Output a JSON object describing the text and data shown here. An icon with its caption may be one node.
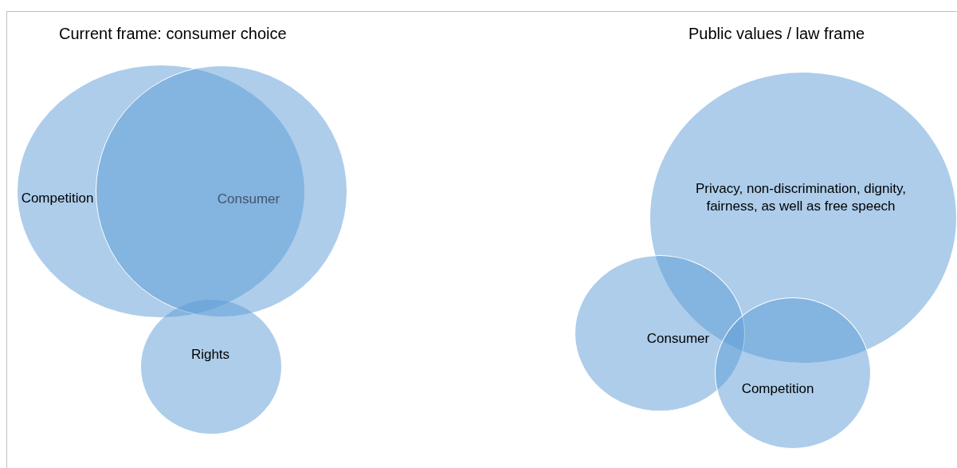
{
  "diagram": {
    "nodes": [
      {
        "text": [
          "Competition"
        ]
      },
      {
        "text": [
          "Consumer"
        ]
      },
      {
        "text": [
          "Rights"
        ]
      },
      {
        "text": [
          "Privacy, non-discrimination, dignity, fairness, as well as free speech"
        ]
      },
      {
        "text": [
          "Consumer"
        ]
      },
      {
        "text": [
          "Competition"
        ]
      }
    ],
    "labels": [
      "Current frame: consumer choice",
      "Public values / law frame"
    ]
  }
}
